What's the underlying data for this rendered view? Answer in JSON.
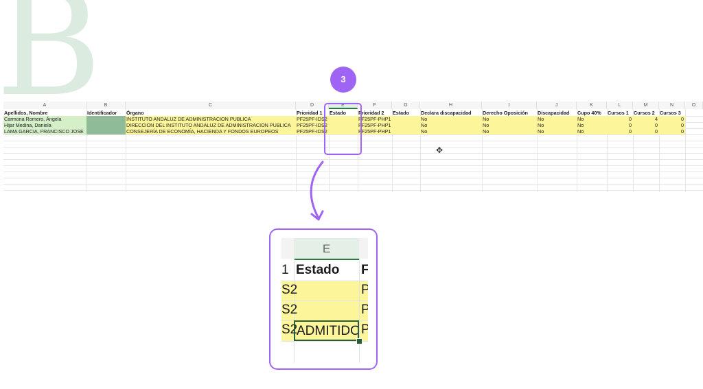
{
  "step_badge": "3",
  "columns": [
    "A",
    "B",
    "C",
    "D",
    "E",
    "F",
    "G",
    "H",
    "I",
    "J",
    "K",
    "L",
    "M",
    "N",
    "O"
  ],
  "headers": [
    "Apellidos, Nombre",
    "Identificador",
    "Órgano",
    "Prioridad 1",
    "Estado",
    "Prioridad 2",
    "Estado",
    "Declara discapacidad",
    "Derecho Oposición",
    "Discapacidad",
    "Cupo 40%",
    "Cursos 1",
    "Cursos 2",
    "Cursos 3"
  ],
  "rows": [
    [
      "Carmona Romero, Ángela",
      "",
      "INSTITUTO ANDALUZ DE ADMINISTRACION PUBLICA",
      "PF25PF-IDS2",
      "",
      "PF25PF-PHP1",
      "",
      "No",
      "No",
      "No",
      "No",
      "0",
      "4",
      "0"
    ],
    [
      "Hijar Medina, Daniela",
      "",
      "DIRECCION DEL INSTITUTO ANDALUZ DE ADMINISTRACION PUBLICA",
      "PF25PF-IDS2",
      "",
      "PF25PF-PHP1",
      "",
      "No",
      "No",
      "No",
      "No",
      "0",
      "0",
      "0"
    ],
    [
      "LAMA GARCIA, FRANCISCO JOSE",
      "",
      "CONSEJERÍA DE ECONOMÍA, HACIENDA Y FONDOS EUROPEOS",
      "PF25PF-IDS2",
      "",
      "PF25PF-PHP1",
      "",
      "No",
      "No",
      "No",
      "No",
      "0",
      "0",
      "0"
    ]
  ],
  "zoom": {
    "column": "E",
    "header_left": "1",
    "header": "Estado",
    "header_right": "F",
    "rows_left": [
      "S2",
      "S2",
      "S2"
    ],
    "active_value": "ADMITIDO",
    "rows_right": [
      "P",
      "P",
      "P"
    ]
  },
  "colors": {
    "accent": "#a064f5",
    "yellow": "#fdf59a",
    "green_select": "#2b7a3f"
  }
}
